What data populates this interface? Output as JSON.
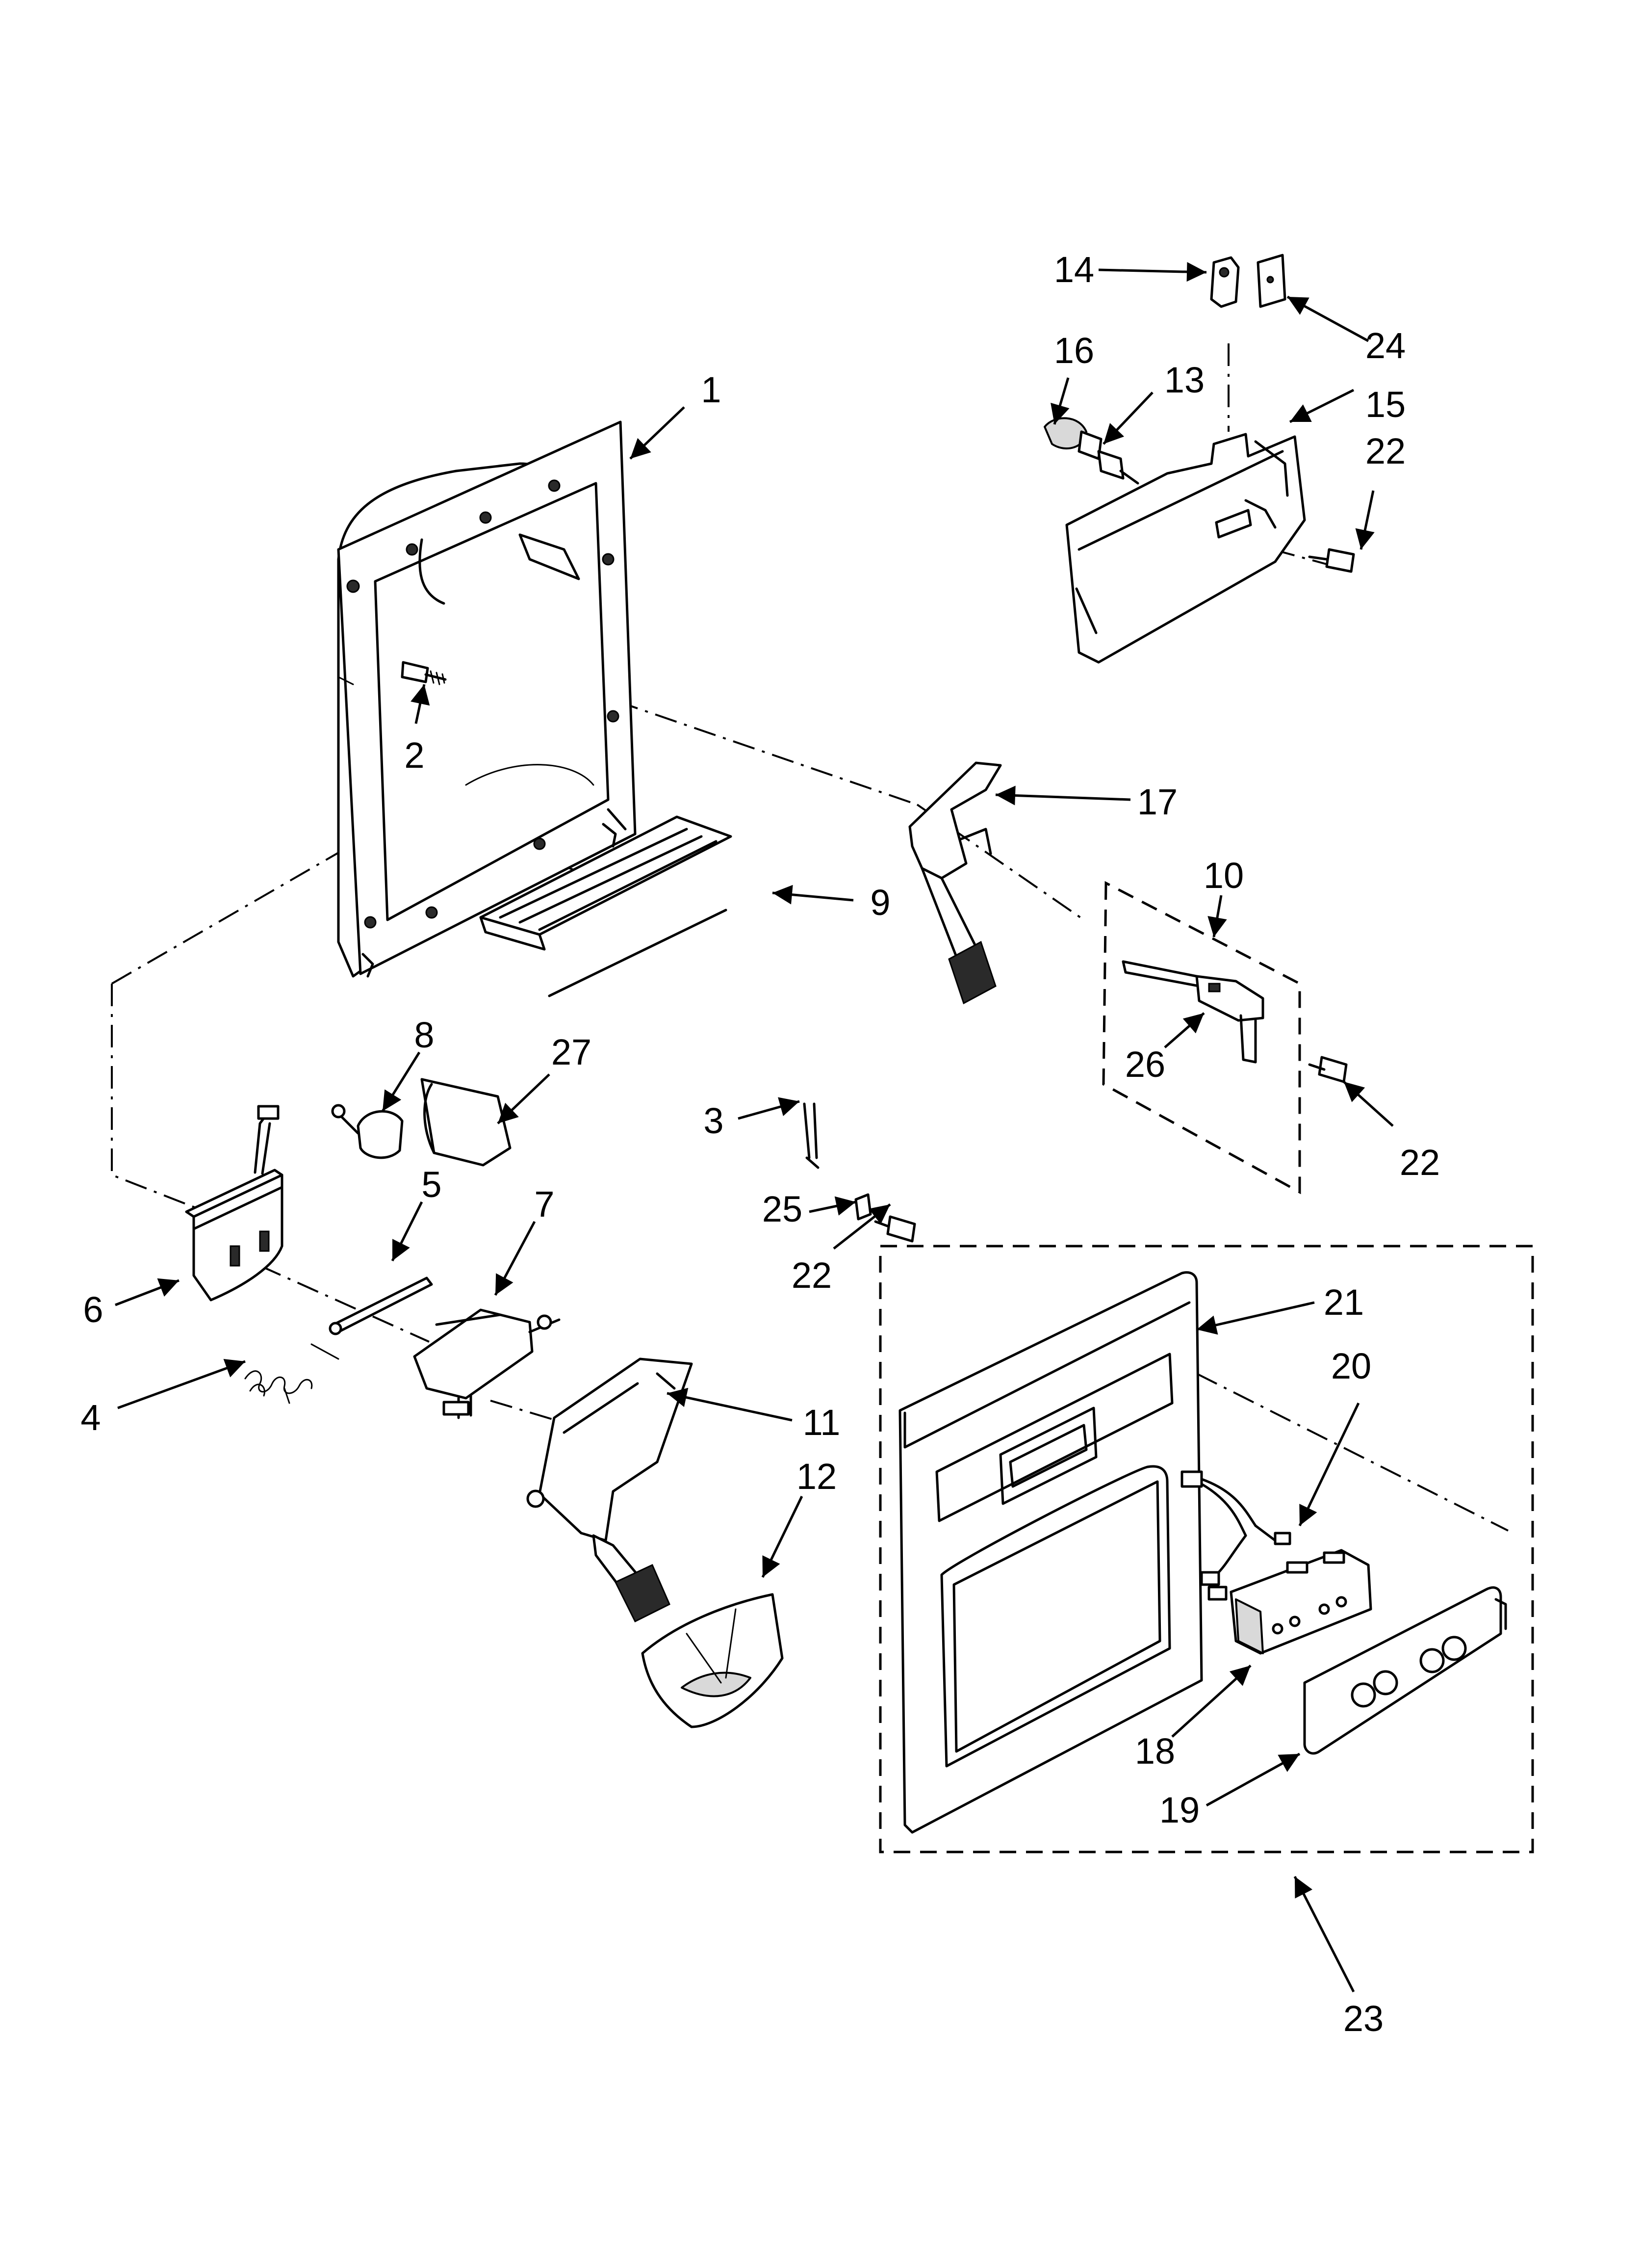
{
  "callouts": [
    {
      "id": "1",
      "text": "1"
    },
    {
      "id": "2",
      "text": "2"
    },
    {
      "id": "3",
      "text": "3"
    },
    {
      "id": "4",
      "text": "4"
    },
    {
      "id": "5",
      "text": "5"
    },
    {
      "id": "6",
      "text": "6"
    },
    {
      "id": "7",
      "text": "7"
    },
    {
      "id": "8",
      "text": "8"
    },
    {
      "id": "9",
      "text": "9"
    },
    {
      "id": "10",
      "text": "10"
    },
    {
      "id": "11",
      "text": "11"
    },
    {
      "id": "12",
      "text": "12"
    },
    {
      "id": "13",
      "text": "13"
    },
    {
      "id": "14",
      "text": "14"
    },
    {
      "id": "15",
      "text": "15"
    },
    {
      "id": "16",
      "text": "16"
    },
    {
      "id": "17",
      "text": "17"
    },
    {
      "id": "18",
      "text": "18"
    },
    {
      "id": "19",
      "text": "19"
    },
    {
      "id": "20",
      "text": "20"
    },
    {
      "id": "21",
      "text": "21"
    },
    {
      "id": "22a",
      "text": "22"
    },
    {
      "id": "22b",
      "text": "22"
    },
    {
      "id": "22c",
      "text": "22"
    },
    {
      "id": "23",
      "text": "23"
    },
    {
      "id": "24",
      "text": "24"
    },
    {
      "id": "25",
      "text": "25"
    },
    {
      "id": "26",
      "text": "26"
    },
    {
      "id": "27",
      "text": "27"
    }
  ]
}
